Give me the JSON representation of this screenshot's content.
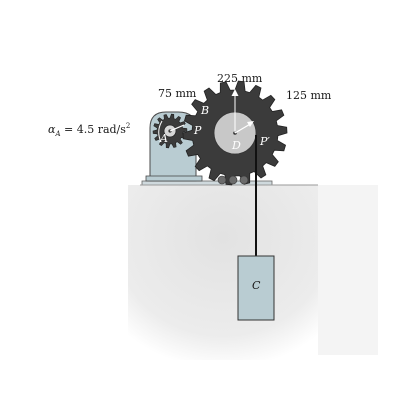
{
  "labels": {
    "alpha_symbol": "α",
    "alpha_sub": "A",
    "alpha_rest": " = 4.5 rad/s",
    "alpha_sup": "2",
    "dim_75": "75 mm",
    "dim_225": "225 mm",
    "dim_125": "125 mm",
    "point_A": "A",
    "point_B": "B",
    "point_P": "P",
    "point_P_prime": "P′",
    "point_D": "D",
    "block_C": "C"
  },
  "colors": {
    "gear_dark": "#3b3b3b",
    "hub_light": "#c8c8c8",
    "support": "#b9ccd2",
    "block": "#b9ccd2",
    "ground": "#e9e9e9",
    "cable": "#111111"
  },
  "values": {
    "angular_acceleration_A_rad_s2": 4.5,
    "small_gear_mm": 75,
    "large_gear_mm": 225,
    "drum_mm": 125
  }
}
